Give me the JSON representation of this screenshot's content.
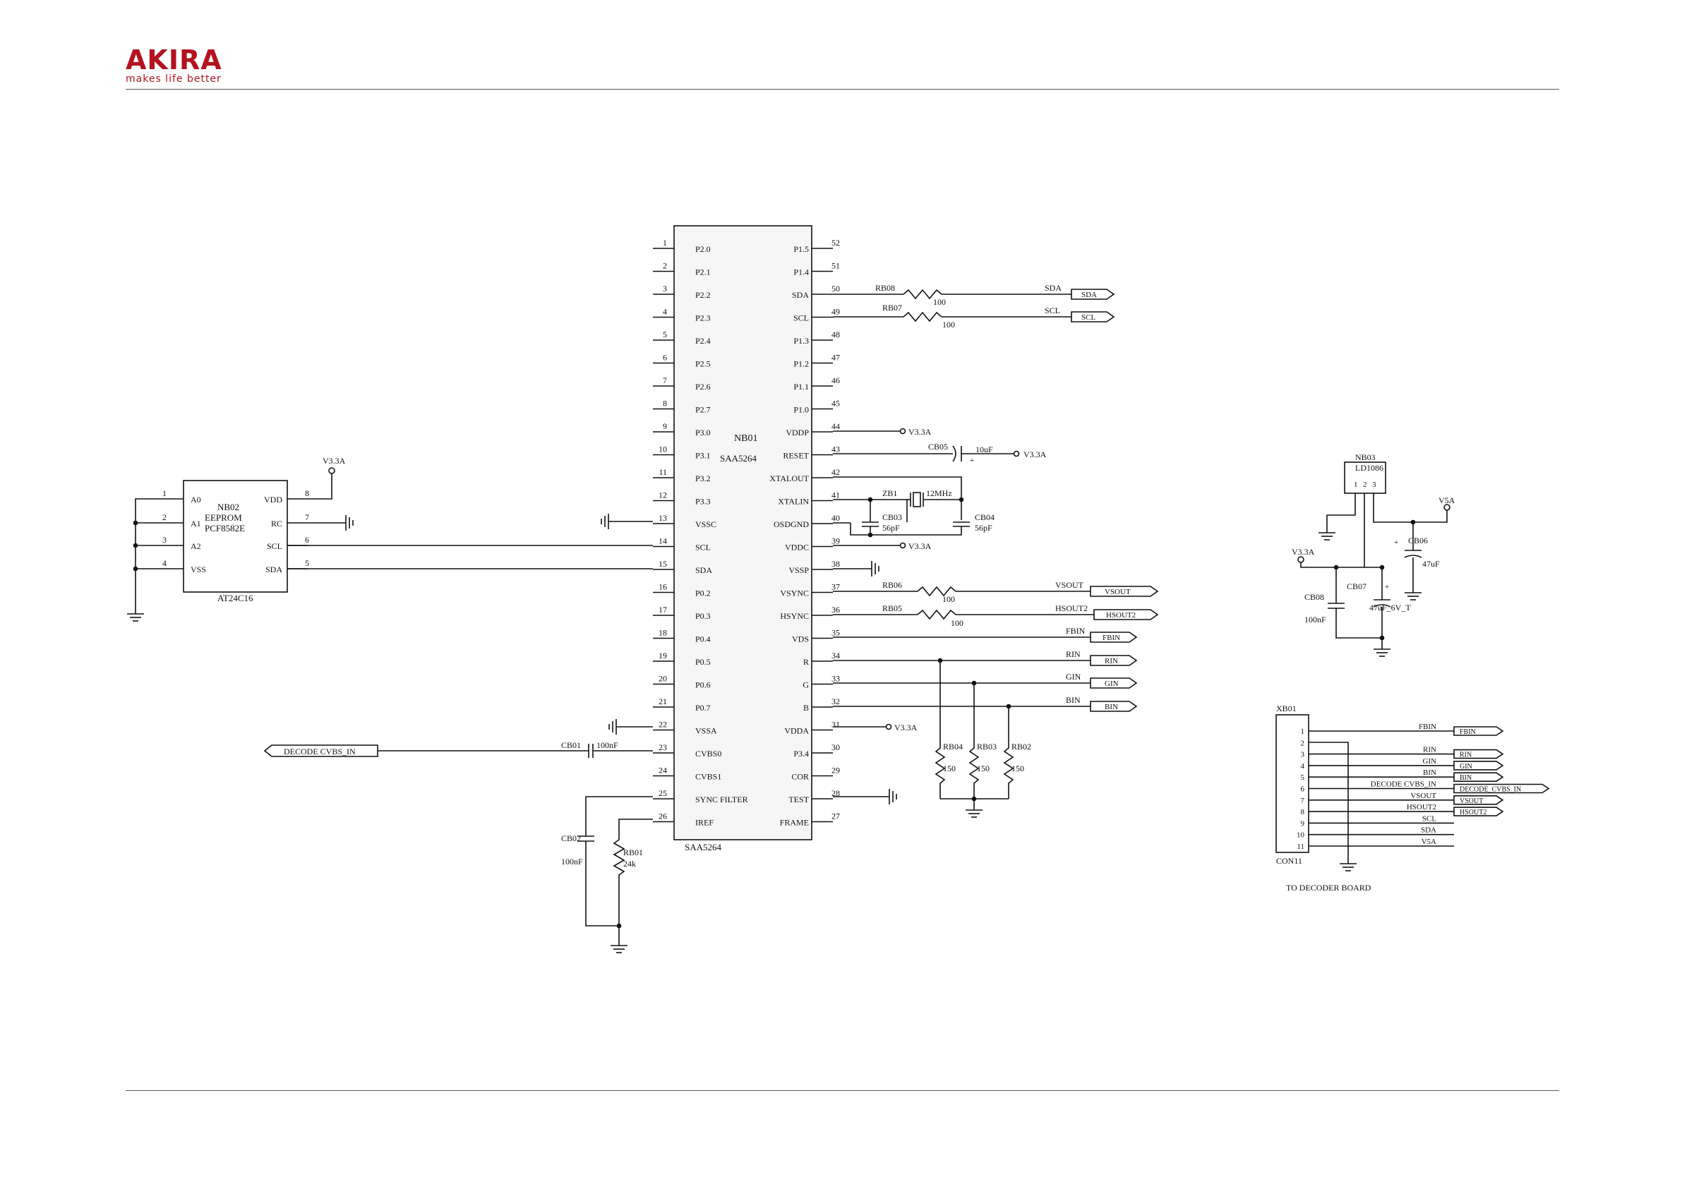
{
  "brand": {
    "name": "AKIRA",
    "tagline": "makes life better",
    "color": "#b3121f"
  },
  "mcu": {
    "ref": "NB01",
    "part": "SAA5264",
    "bottom_label": "SAA5264",
    "left_pins": [
      {
        "num": "1",
        "name": "P2.0"
      },
      {
        "num": "2",
        "name": "P2.1"
      },
      {
        "num": "3",
        "name": "P2.2"
      },
      {
        "num": "4",
        "name": "P2.3"
      },
      {
        "num": "5",
        "name": "P2.4"
      },
      {
        "num": "6",
        "name": "P2.5"
      },
      {
        "num": "7",
        "name": "P2.6"
      },
      {
        "num": "8",
        "name": "P2.7"
      },
      {
        "num": "9",
        "name": "P3.0"
      },
      {
        "num": "10",
        "name": "P3.1"
      },
      {
        "num": "11",
        "name": "P3.2"
      },
      {
        "num": "12",
        "name": "P3.3"
      },
      {
        "num": "13",
        "name": "VSSC"
      },
      {
        "num": "14",
        "name": "SCL"
      },
      {
        "num": "15",
        "name": "SDA"
      },
      {
        "num": "16",
        "name": "P0.2"
      },
      {
        "num": "17",
        "name": "P0.3"
      },
      {
        "num": "18",
        "name": "P0.4"
      },
      {
        "num": "19",
        "name": "P0.5"
      },
      {
        "num": "20",
        "name": "P0.6"
      },
      {
        "num": "21",
        "name": "P0.7"
      },
      {
        "num": "22",
        "name": "VSSA"
      },
      {
        "num": "23",
        "name": "CVBS0"
      },
      {
        "num": "24",
        "name": "CVBS1"
      },
      {
        "num": "25",
        "name": "SYNC FILTER"
      },
      {
        "num": "26",
        "name": "IREF"
      }
    ],
    "right_pins": [
      {
        "num": "52",
        "name": "P1.5"
      },
      {
        "num": "51",
        "name": "P1.4"
      },
      {
        "num": "50",
        "name": "SDA"
      },
      {
        "num": "49",
        "name": "SCL"
      },
      {
        "num": "48",
        "name": "P1.3"
      },
      {
        "num": "47",
        "name": "P1.2"
      },
      {
        "num": "46",
        "name": "P1.1"
      },
      {
        "num": "45",
        "name": "P1.0"
      },
      {
        "num": "44",
        "name": "VDDP"
      },
      {
        "num": "43",
        "name": "RESET"
      },
      {
        "num": "42",
        "name": "XTALOUT"
      },
      {
        "num": "41",
        "name": "XTALIN"
      },
      {
        "num": "40",
        "name": "OSDGND"
      },
      {
        "num": "39",
        "name": "VDDC"
      },
      {
        "num": "38",
        "name": "VSSP"
      },
      {
        "num": "37",
        "name": "VSYNC"
      },
      {
        "num": "36",
        "name": "HSYNC"
      },
      {
        "num": "35",
        "name": "VDS"
      },
      {
        "num": "34",
        "name": "R"
      },
      {
        "num": "33",
        "name": "G"
      },
      {
        "num": "32",
        "name": "B"
      },
      {
        "num": "31",
        "name": "VDDA"
      },
      {
        "num": "30",
        "name": "P3.4"
      },
      {
        "num": "29",
        "name": "COR"
      },
      {
        "num": "28",
        "name": "TEST"
      },
      {
        "num": "27",
        "name": "FRAME"
      }
    ]
  },
  "eeprom": {
    "ref": "NB02",
    "type": "EEPROM",
    "part": "PCF8582E",
    "bottom_label": "AT24C16",
    "left_pins": [
      {
        "num": "1",
        "name": "A0"
      },
      {
        "num": "2",
        "name": "A1"
      },
      {
        "num": "3",
        "name": "A2"
      },
      {
        "num": "4",
        "name": "VSS"
      }
    ],
    "right_pins": [
      {
        "num": "8",
        "name": "VDD"
      },
      {
        "num": "7",
        "name": "RC"
      },
      {
        "num": "6",
        "name": "SCL"
      },
      {
        "num": "5",
        "name": "SDA"
      }
    ],
    "supply": "V3.3A"
  },
  "resistors": {
    "rb08": {
      "ref": "RB08",
      "value": "100"
    },
    "rb07": {
      "ref": "RB07",
      "value": "100"
    },
    "rb06": {
      "ref": "RB06",
      "value": "100"
    },
    "rb05": {
      "ref": "RB05",
      "value": "100"
    },
    "rb04": {
      "ref": "RB04",
      "value": "150"
    },
    "rb03": {
      "ref": "RB03",
      "value": "150"
    },
    "rb02": {
      "ref": "RB02",
      "value": "150"
    },
    "rb01": {
      "ref": "RB01",
      "value": "24k"
    }
  },
  "caps": {
    "cb05": {
      "ref": "CB05",
      "value": "10uF"
    },
    "cb03": {
      "ref": "CB03",
      "value": "56pF"
    },
    "cb04": {
      "ref": "CB04",
      "value": "56pF"
    },
    "cb01": {
      "ref": "CB01",
      "value": "100nF"
    },
    "cb02": {
      "ref": "CB02",
      "value": "100nF"
    },
    "cb06": {
      "ref": "CB06",
      "value": "47uF"
    },
    "cb07": {
      "ref": "CB07",
      "value": "47uF_6V_T"
    },
    "cb08": {
      "ref": "CB08",
      "value": "100nF"
    }
  },
  "crystal": {
    "ref": "ZB1",
    "value": "12MHz"
  },
  "nets": {
    "v33a": "V3.3A",
    "v5a": "V5A",
    "sda": "SDA",
    "scl": "SCL",
    "vsout": "VSOUT",
    "hsout2": "HSOUT2",
    "fbin": "FBIN",
    "rin": "RIN",
    "gin": "GIN",
    "bin": "BIN",
    "decode_cvbs_in": "DECODE CVBS_IN"
  },
  "regulator": {
    "ref": "NB03",
    "part": "LD1086",
    "pins": [
      "1",
      "2",
      "3"
    ]
  },
  "connector": {
    "ref": "XB01",
    "bottom_label": "CON11",
    "caption": "TO DECODER BOARD",
    "pins": [
      {
        "num": "1",
        "net": "FBIN",
        "flag": "FBIN"
      },
      {
        "num": "2",
        "net": "",
        "flag": ""
      },
      {
        "num": "3",
        "net": "RIN",
        "flag": "RIN"
      },
      {
        "num": "4",
        "net": "GIN",
        "flag": "GIN"
      },
      {
        "num": "5",
        "net": "BIN",
        "flag": "BIN"
      },
      {
        "num": "6",
        "net": "DECODE_CVBS_IN",
        "flag": "DECODE_CVBS_IN"
      },
      {
        "num": "7",
        "net": "VSOUT",
        "flag": "VSOUT"
      },
      {
        "num": "8",
        "net": "HSOUT2",
        "flag": "HSOUT2"
      },
      {
        "num": "9",
        "net": "SCL",
        "flag": ""
      },
      {
        "num": "10",
        "net": "SDA",
        "flag": ""
      },
      {
        "num": "11",
        "net": "V5A",
        "flag": ""
      }
    ]
  }
}
